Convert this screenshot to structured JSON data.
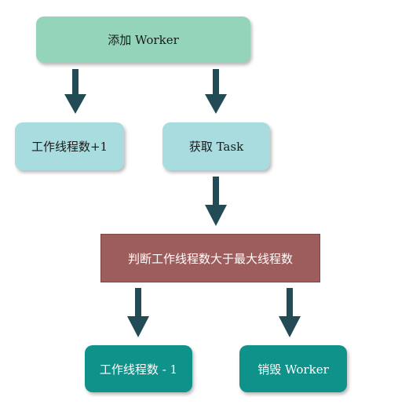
{
  "nodes": {
    "add_worker": "添加 Worker",
    "thread_count_inc": "工作线程数+1",
    "get_task": "获取 Task",
    "judge": "判断工作线程数大于最大线程数",
    "thread_count_dec": "工作线程数 - 1",
    "destroy_worker": "销毁 Worker"
  },
  "colors": {
    "add_worker": "#94d4bb",
    "light_nodes": "#a9dcdf",
    "judge": "#9e5d5d",
    "bottom_nodes": "#0f9289",
    "arrows": "#234b55"
  },
  "edges": [
    {
      "from": "add_worker",
      "to": "thread_count_inc"
    },
    {
      "from": "add_worker",
      "to": "get_task"
    },
    {
      "from": "get_task",
      "to": "judge"
    },
    {
      "from": "judge",
      "to": "thread_count_dec"
    },
    {
      "from": "judge",
      "to": "destroy_worker"
    }
  ]
}
